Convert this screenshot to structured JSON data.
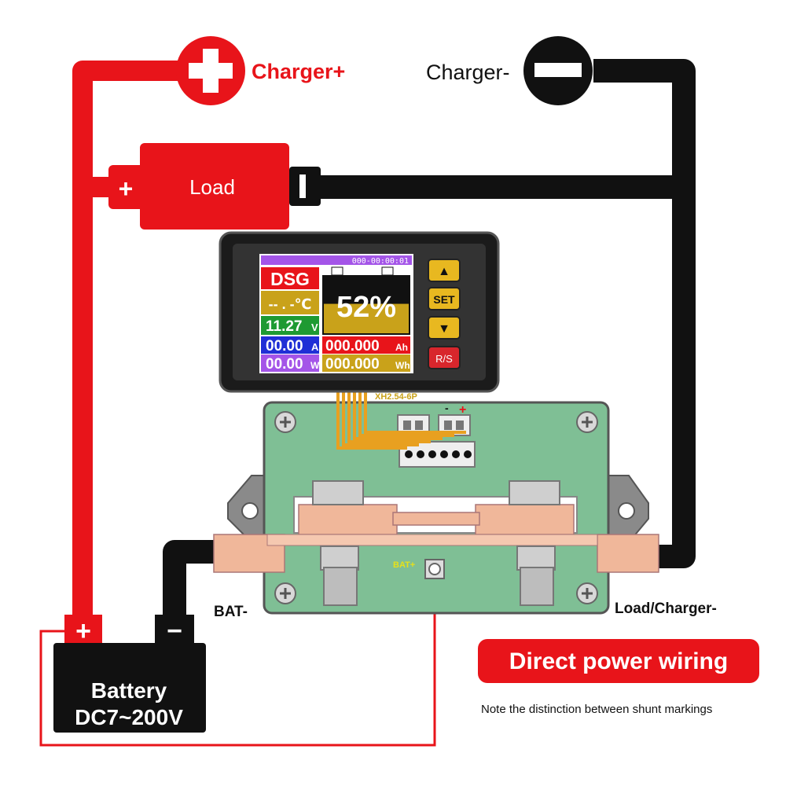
{
  "labels": {
    "charger_plus": "Charger+",
    "charger_minus": "Charger-",
    "load": "Load",
    "load_plus": "+",
    "bat_minus": "BAT-",
    "load_charger_minus": "Load/Charger-",
    "battery_plus": "+",
    "battery_minus": "−",
    "battery_name": "Battery",
    "battery_voltage": "DC7~200V",
    "title_banner": "Direct power wiring",
    "note": "Note the distinction between shunt markings",
    "connector": "XH2.54-6P",
    "bat_plus_terminal": "BAT+",
    "sense_minus": "-",
    "sense_plus": "+"
  },
  "display": {
    "timer": "000-00:00:01",
    "status": "DSG",
    "temperature": "-- . -℃",
    "voltage": "11.27",
    "voltage_unit": "V",
    "current": "00.00",
    "current_unit": "A",
    "power": "00.00",
    "power_unit": "W",
    "capacity": "000.000",
    "capacity_unit": "Ah",
    "energy": "000.000",
    "energy_unit": "Wh",
    "soc": "52%",
    "soc_level": 0.52
  },
  "buttons": {
    "up": "▲",
    "set": "SET",
    "down": "▼",
    "reset": "R/S"
  },
  "colors": {
    "red_wire": "#e8141a",
    "black_wire": "#111111",
    "pcb": "#7fbf95",
    "copper": "#f0b79a",
    "gold": "#c9a21a",
    "screen_bg": "#1a1a1a",
    "purple": "#a455e8",
    "green": "#1e9a32",
    "blue": "#1f2fd6"
  }
}
